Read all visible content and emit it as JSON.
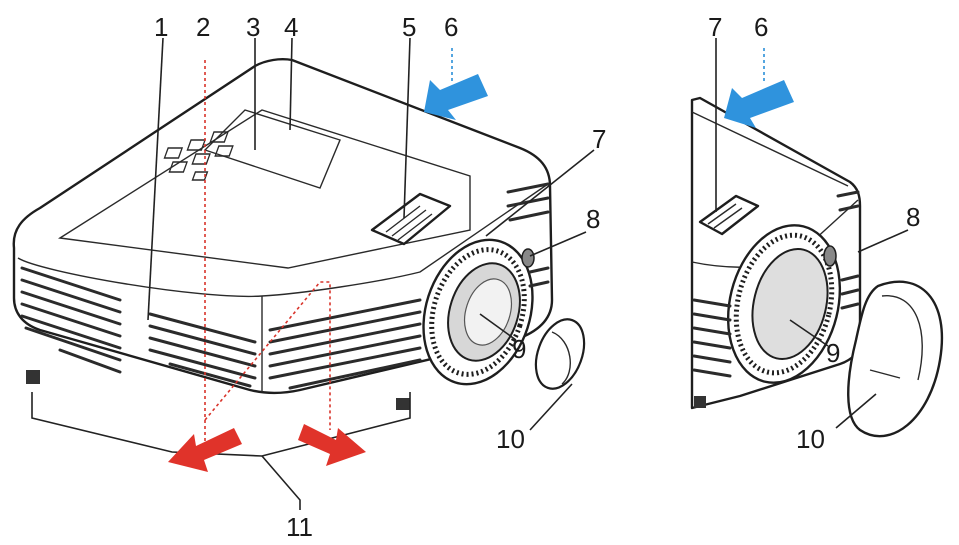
{
  "callouts": {
    "c1": "1",
    "c2": "2",
    "c3": "3",
    "c4": "4",
    "c5": "5",
    "c6": "6",
    "c7": "7",
    "c8": "8",
    "c9": "9",
    "c10": "10",
    "c11": "11",
    "r7": "7",
    "r6": "6",
    "r8": "8",
    "r9": "9",
    "r10": "10"
  },
  "colors": {
    "airflow_out": "#e0332a",
    "airflow_in": "#2f93dd",
    "outline": "#1e1e1e",
    "lens_shade": "#cfcfcf"
  },
  "icons": {
    "exhaust": "red-arrow-icon",
    "intake": "blue-arrow-icon"
  }
}
